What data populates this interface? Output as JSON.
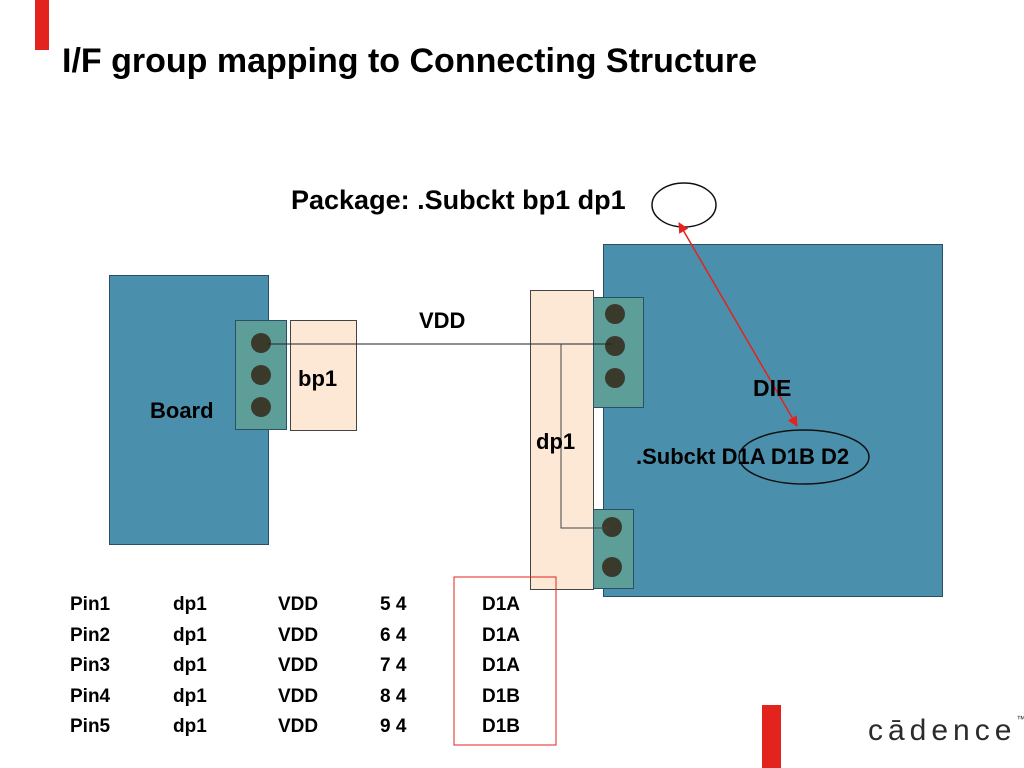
{
  "slide": {
    "title": "I/F group mapping to Connecting Structure",
    "package_label": "Package: .Subckt bp1 dp1"
  },
  "diagram": {
    "board_label": "Board",
    "bp1_label": "bp1",
    "vdd_label": "VDD",
    "dp1_label": "dp1",
    "die_label": "DIE",
    "subckt_label": ".Subckt D1A D1B D2"
  },
  "pin_table": {
    "rows": [
      [
        "Pin1",
        "dp1",
        "VDD",
        "5 4",
        "D1A"
      ],
      [
        "Pin2",
        "dp1",
        "VDD",
        "6 4",
        "D1A"
      ],
      [
        "Pin3",
        "dp1",
        "VDD",
        "7 4",
        "D1A"
      ],
      [
        "Pin4",
        "dp1",
        "VDD",
        "8 4",
        "D1B"
      ],
      [
        "Pin5",
        "dp1",
        "VDD",
        "9 4",
        "D1B"
      ]
    ]
  },
  "logo": {
    "text": "cādence",
    "trademark": "™"
  },
  "colors": {
    "accent_red": "#e3231d",
    "board_blue": "#4a90ad",
    "connector_teal": "#5e9e98",
    "package_peach": "#fde8d6",
    "pin_dark": "#3a3a2c"
  }
}
